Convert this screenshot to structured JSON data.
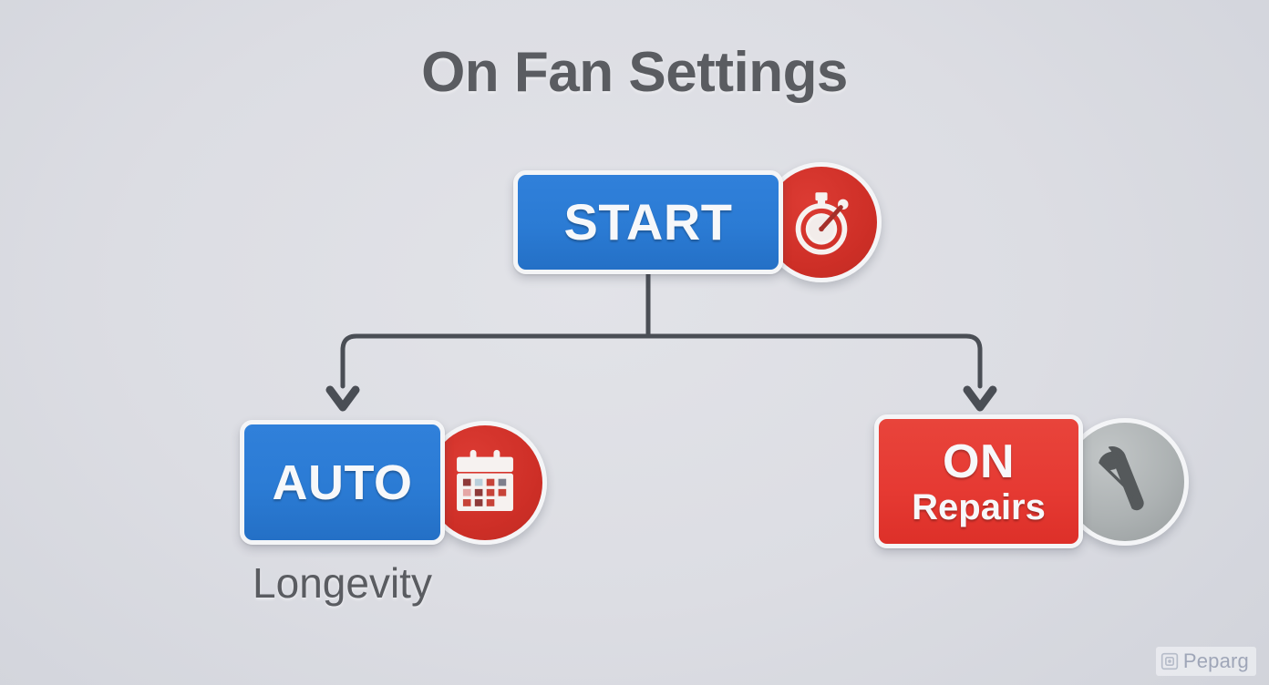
{
  "page": {
    "title": "On Fan Settings",
    "background_color": "#dcdde3",
    "title_color": "#5a5c61"
  },
  "diagram": {
    "type": "flowchart",
    "orientation": "top-down",
    "root": {
      "id": "start",
      "label": "START",
      "chip_color": "#2b7bd4",
      "badge_color": "#ce2f27",
      "icon": "stopwatch-icon"
    },
    "branches": [
      {
        "id": "auto",
        "label": "AUTO",
        "sublabel": "",
        "caption": "Longevity",
        "chip_color": "#2b7bd4",
        "badge_color": "#ce2f27",
        "icon": "calendar-icon"
      },
      {
        "id": "on",
        "label": "ON",
        "sublabel": "Repairs",
        "caption": "",
        "chip_color": "#e63a33",
        "badge_color": "#adb2b3",
        "icon": "tools-icon"
      }
    ],
    "connector_color": "#4a4e55"
  },
  "watermark": {
    "text": "Peparg",
    "icon": "peparg-logo-icon",
    "color": "#9fa6b8"
  }
}
